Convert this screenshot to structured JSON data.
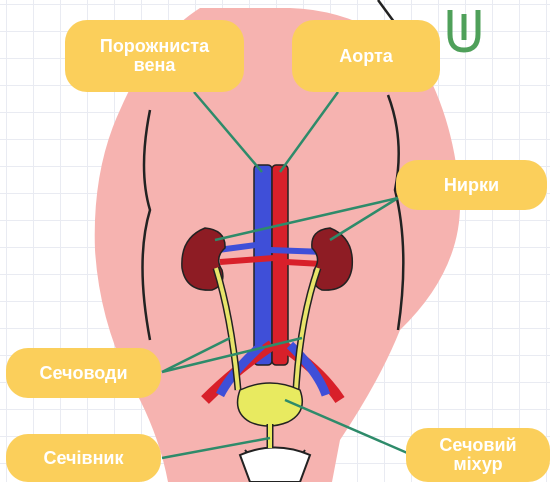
{
  "labels": {
    "vena_cava": "Порожниста\nвена",
    "aorta": "Аорта",
    "kidneys": "Нирки",
    "ureters": "Сечоводи",
    "urethra": "Сечівник",
    "bladder": "Сечовий\nміхур"
  },
  "colors": {
    "label_fill": "#fbcf5b",
    "label_text": "#ffffff",
    "leader_line": "#2e8b6a",
    "skin": "#f6b3b0",
    "kidney": "#8e1c24",
    "artery": "#d8202a",
    "vein": "#3f4fd8",
    "ureter": "#e8e46a",
    "bladder": "#e8ea60",
    "logo": "#4fa05a"
  },
  "logo_icon": "brand-logo-icon"
}
